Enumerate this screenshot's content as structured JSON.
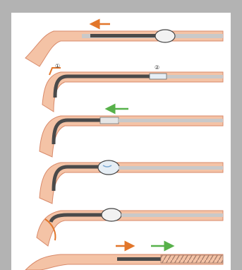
{
  "figure": {
    "steps": [
      {
        "id": 1,
        "markers": [
          "arrow-left-orange"
        ]
      },
      {
        "id": 2,
        "labels": [
          "①",
          "②"
        ]
      },
      {
        "id": 3,
        "markers": [
          "arrow-left-green"
        ]
      },
      {
        "id": 4,
        "markers": []
      },
      {
        "id": 5,
        "markers": [
          "cut-mark-orange"
        ]
      },
      {
        "id": 6,
        "markers": [
          "arrow-right-orange",
          "arrow-right-green"
        ]
      }
    ],
    "colors": {
      "vessel": "#f4c3a6",
      "vessel_edge": "#d98a6a",
      "catheter": "#4a4a4a",
      "catheter_lumen": "#9a9a9a",
      "balloon": "#f2f2f2",
      "orange_arrow": "#e2762a",
      "green_arrow": "#57b14a",
      "stent": "#a87f6d"
    },
    "label_1": "①",
    "label_2": "②"
  }
}
